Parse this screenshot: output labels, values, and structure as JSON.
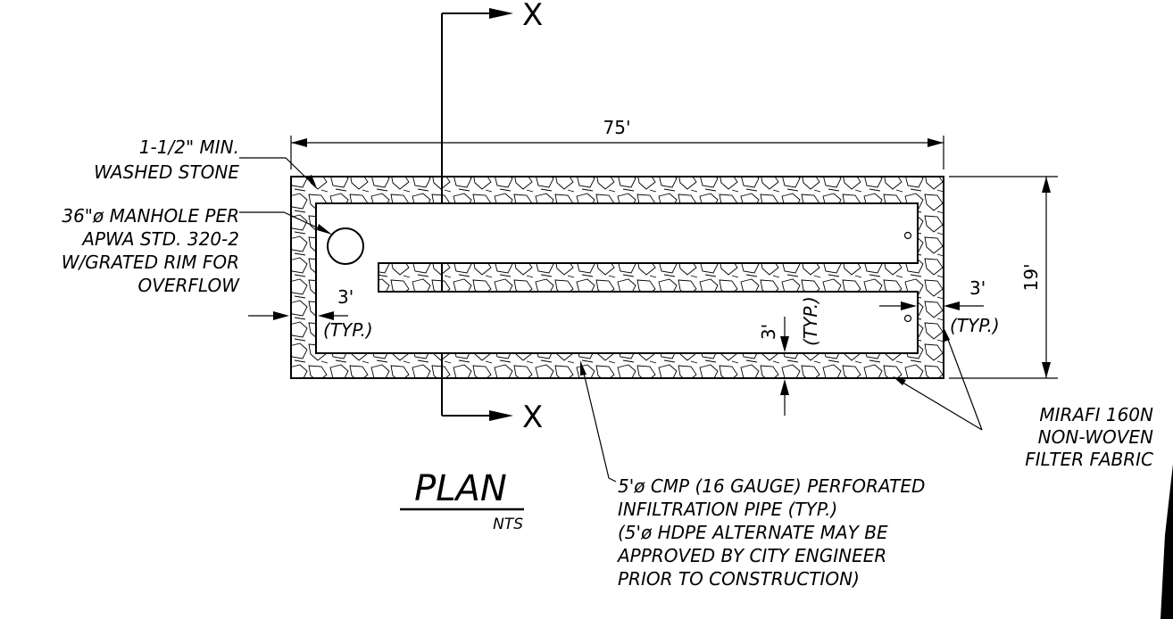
{
  "section_marker": {
    "symbol": "X"
  },
  "dimensions": {
    "overall_length": "75'",
    "overall_width": "19'",
    "left_offset": "3'",
    "left_offset_note": "(TYP.)",
    "mid_gap": "3'",
    "mid_gap_note": "(TYP.)",
    "right_offset": "3'",
    "right_offset_note": "(TYP.)"
  },
  "callouts": {
    "stone": [
      "1-1/2\" MIN.",
      "WASHED STONE"
    ],
    "manhole": [
      "36\"ø MANHOLE PER",
      "APWA STD. 320-2",
      "W/GRATED RIM FOR",
      "OVERFLOW"
    ],
    "fabric": [
      "MIRAFI 160N",
      "NON-WOVEN",
      "FILTER FABRIC"
    ],
    "pipe": [
      "5'ø CMP (16 GAUGE) PERFORATED",
      "INFILTRATION PIPE (TYP.)",
      "(5'ø HDPE ALTERNATE MAY BE",
      "APPROVED BY CITY ENGINEER",
      "PRIOR TO CONSTRUCTION)"
    ]
  },
  "title": {
    "main": "PLAN",
    "scale": "NTS"
  }
}
